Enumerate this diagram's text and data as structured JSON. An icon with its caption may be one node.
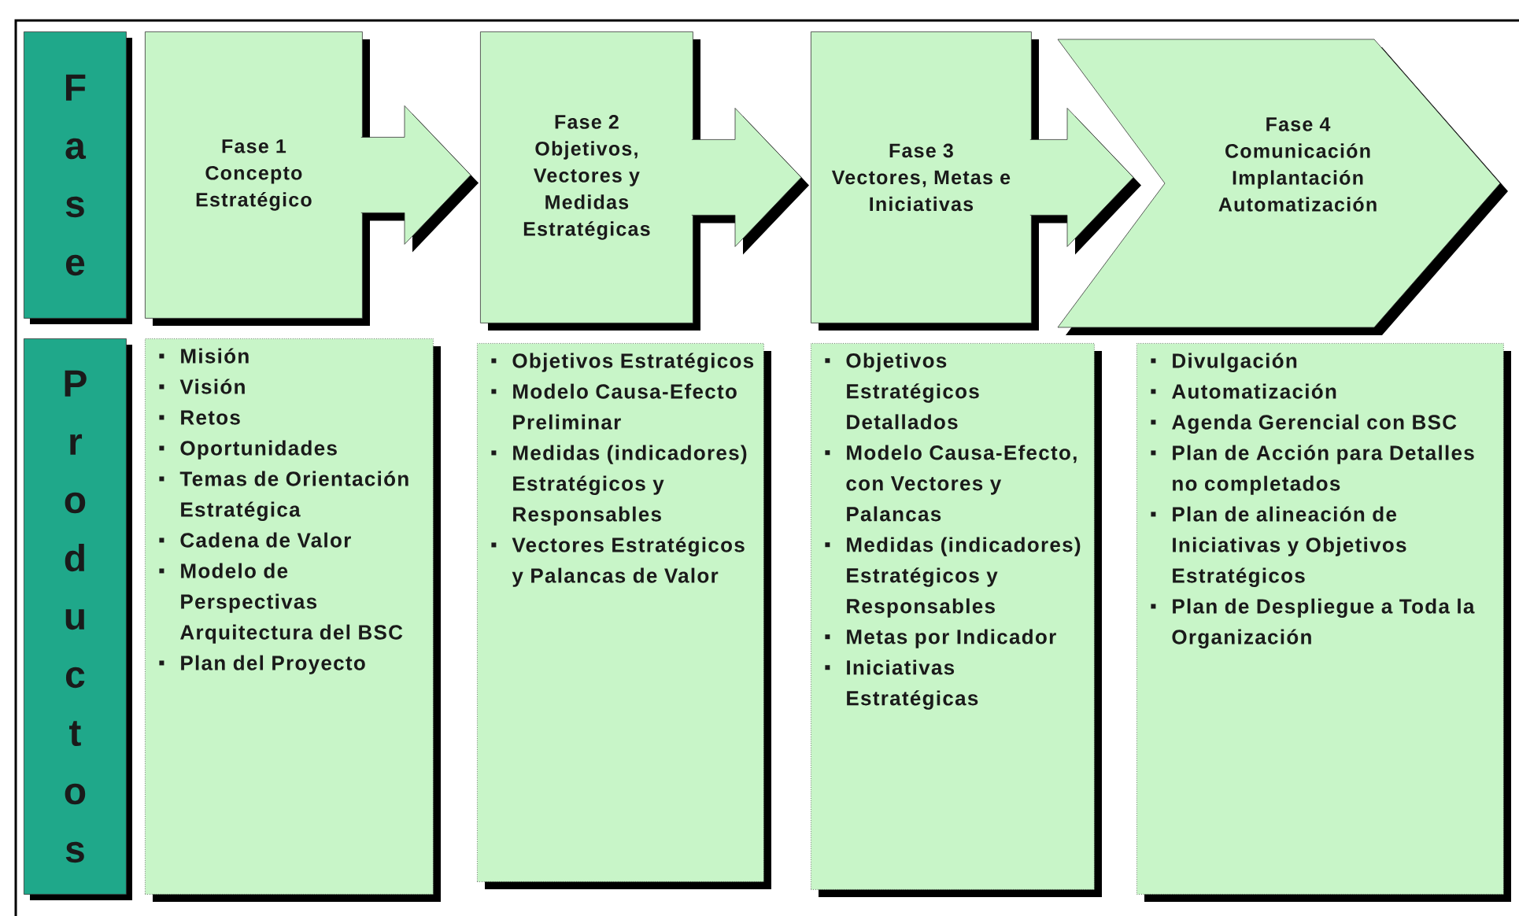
{
  "diagram": {
    "nodes": [
      {
        "text": [
          "Fase"
        ]
      },
      {
        "text": [
          "Fase 1",
          "Concepto Estratégico"
        ]
      },
      {
        "text": [
          "Fase 2",
          "Objetivos, Vectores y Medidas Estratégicas"
        ]
      },
      {
        "text": [
          "Fase 3",
          "Vectores, Metas e Iniciativas"
        ]
      },
      {
        "text": [
          "Fase 4",
          "Comunicación Implantación Automatización"
        ]
      },
      {
        "text": [
          "Productos"
        ]
      },
      {
        "text": [
          "Misión",
          "Visión",
          "Retos",
          "Oportunidades",
          "Temas de Orientación Estratégica",
          "Cadena de Valor",
          "Modelo de Perspectivas Arquitectura del BSC",
          "Plan del Proyecto"
        ]
      },
      {
        "text": [
          "Objetivos Estratégicos",
          "Modelo Causa-Efecto Preliminar",
          "Medidas (indicadores) Estratégicos y Responsables",
          "Vectores Estratégicos y Palancas de Valor"
        ]
      },
      {
        "text": [
          "Objetivos Estratégicos Detallados",
          "Modelo Causa-Efecto, con Vectores y Palancas",
          "Medidas (indicadores) Estratégicos y Responsables",
          "Metas por Indicador",
          "Iniciativas Estratégicas"
        ]
      },
      {
        "text": [
          "Divulgación",
          "Automatización",
          "Agenda Gerencial con BSC",
          "Plan de Acción para Detalles no completados",
          "Plan de alineación de Iniciativas y Objetivos Estratégicos",
          "Plan de Despliegue a Toda la Organización"
        ]
      }
    ],
    "edges": [
      {
        "from": 1,
        "to": 2,
        "arrow": "to"
      },
      {
        "from": 2,
        "to": 3,
        "arrow": "to"
      },
      {
        "from": 3,
        "to": 4,
        "arrow": "to"
      }
    ]
  }
}
